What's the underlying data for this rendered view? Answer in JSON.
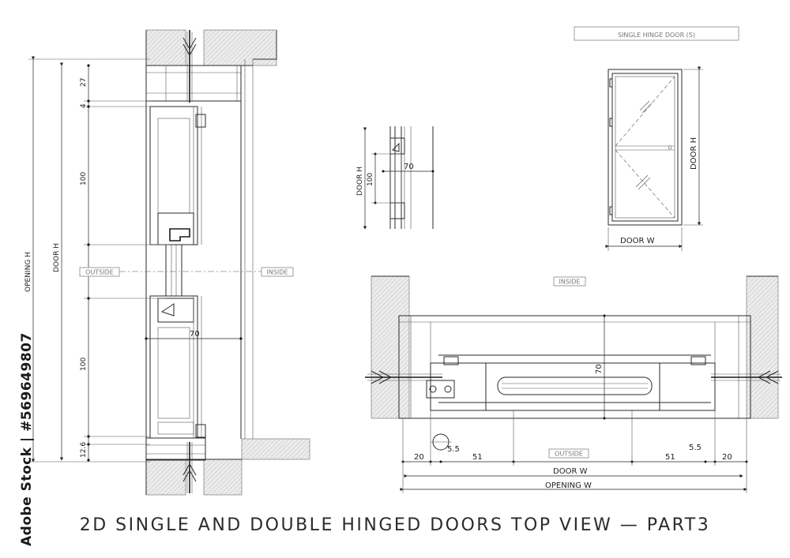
{
  "title": "2D SINGLE AND DOUBLE HINGED DOORS TOP VIEW — PART3",
  "legend_box": "SINGLE HINGE DOOR (S)",
  "labels": {
    "outside_left": "OUTSIDE",
    "inside_left": "INSIDE",
    "inside_plan": "INSIDE",
    "outside_plan": "OUTSIDE"
  },
  "vertical_section": {
    "opening_h": "OPENING  H",
    "door_h": "DOOR  H",
    "dim_27": "27",
    "dim_4": "4",
    "dim_100_top": "100",
    "dim_100_bottom": "100",
    "dim_12_6": "12.6",
    "dim_70": "70"
  },
  "detail": {
    "door_h": "DOOR  H",
    "dim_100": "100",
    "dim_70": "70"
  },
  "elevation": {
    "door_h": "DOOR  H",
    "door_w": "DOOR  W"
  },
  "plan": {
    "dim_70": "70",
    "dim_20_left": "20",
    "dim_5_5_left": "5.5",
    "dim_51_left": "51",
    "dim_51_right": "51",
    "dim_5_5_right": "5.5",
    "dim_20_right": "20",
    "door_w": "DOOR  W",
    "opening_w": "OPENING  W"
  },
  "watermark": "Adobe Stock | #569649807"
}
